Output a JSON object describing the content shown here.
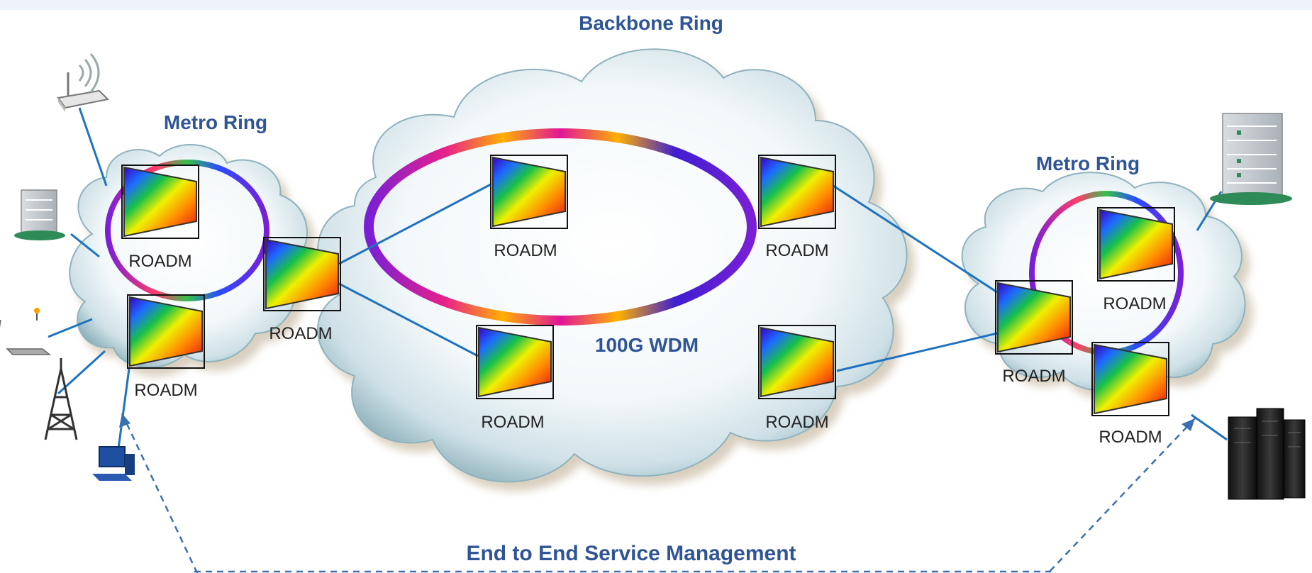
{
  "title_backbone": "Backbone Ring",
  "title_metro_left": "Metro Ring",
  "title_metro_right": "Metro Ring",
  "center_label": "100G WDM",
  "footer_label": "End to End Service Management",
  "node_label": "ROADM",
  "colors": {
    "title": "#2f5597",
    "link": "#1f72bf",
    "dash": "#3a6fb0"
  }
}
